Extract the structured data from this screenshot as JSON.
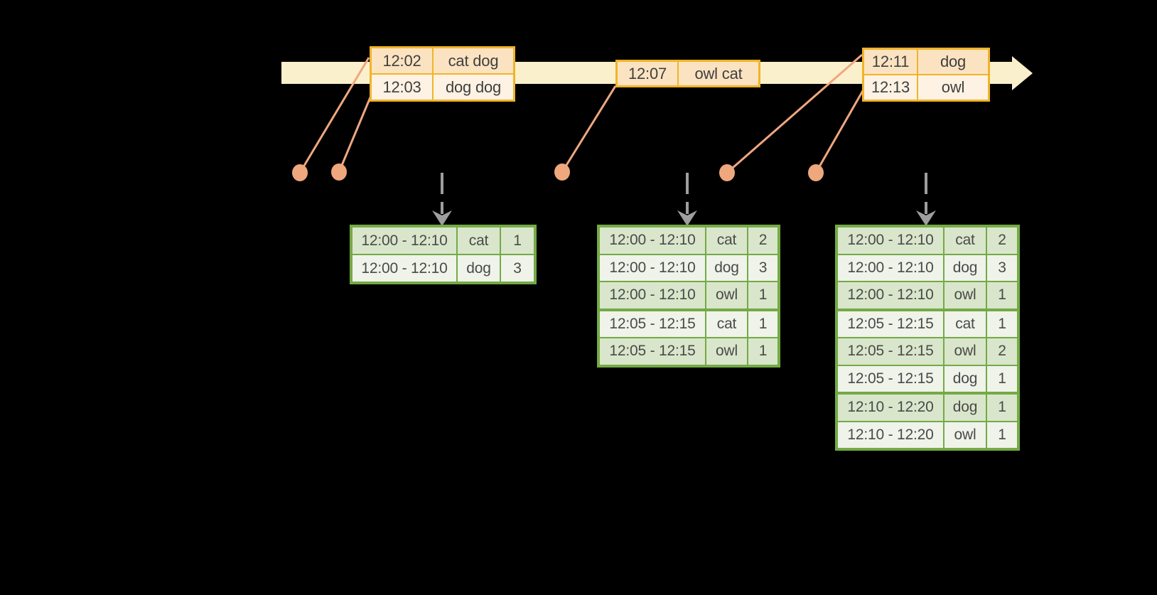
{
  "colors": {
    "background": "#000000",
    "timeline_band": "#FBF0CC",
    "event_border": "#F0B429",
    "event_row_dark": "#FBE3C1",
    "event_row_light": "#FDF2E3",
    "connector": "#EFA77E",
    "trigger_arrow_gray": "#9E9E9E",
    "result_border": "#74AA46",
    "result_row_dark": "#D9E6CB",
    "result_row_light": "#EFF3EA",
    "text": "#454545"
  },
  "event_tables": [
    {
      "id": "events-1202",
      "rows": [
        {
          "time": "12:02",
          "words": "cat dog"
        },
        {
          "time": "12:03",
          "words": "dog dog"
        }
      ]
    },
    {
      "id": "events-1207",
      "rows": [
        {
          "time": "12:07",
          "words": "owl cat"
        }
      ]
    },
    {
      "id": "events-1211",
      "rows": [
        {
          "time": "12:11",
          "words": "dog"
        },
        {
          "time": "12:13",
          "words": "owl"
        }
      ]
    }
  ],
  "result_tables": [
    {
      "id": "result-1",
      "group_starts": [],
      "rows": [
        [
          "12:00 - 12:10",
          "cat",
          "1"
        ],
        [
          "12:00 - 12:10",
          "dog",
          "3"
        ]
      ]
    },
    {
      "id": "result-2",
      "group_starts": [
        3
      ],
      "rows": [
        [
          "12:00 - 12:10",
          "cat",
          "2"
        ],
        [
          "12:00 - 12:10",
          "dog",
          "3"
        ],
        [
          "12:00 - 12:10",
          "owl",
          "1"
        ],
        [
          "12:05 - 12:15",
          "cat",
          "1"
        ],
        [
          "12:05 - 12:15",
          "owl",
          "1"
        ]
      ]
    },
    {
      "id": "result-3",
      "group_starts": [
        3,
        6
      ],
      "rows": [
        [
          "12:00 - 12:10",
          "cat",
          "2"
        ],
        [
          "12:00 - 12:10",
          "dog",
          "3"
        ],
        [
          "12:00 - 12:10",
          "owl",
          "1"
        ],
        [
          "12:05 - 12:15",
          "cat",
          "1"
        ],
        [
          "12:05 - 12:15",
          "owl",
          "2"
        ],
        [
          "12:05 - 12:15",
          "dog",
          "1"
        ],
        [
          "12:10 - 12:20",
          "dog",
          "1"
        ],
        [
          "12:10 - 12:20",
          "owl",
          "1"
        ]
      ]
    }
  ]
}
